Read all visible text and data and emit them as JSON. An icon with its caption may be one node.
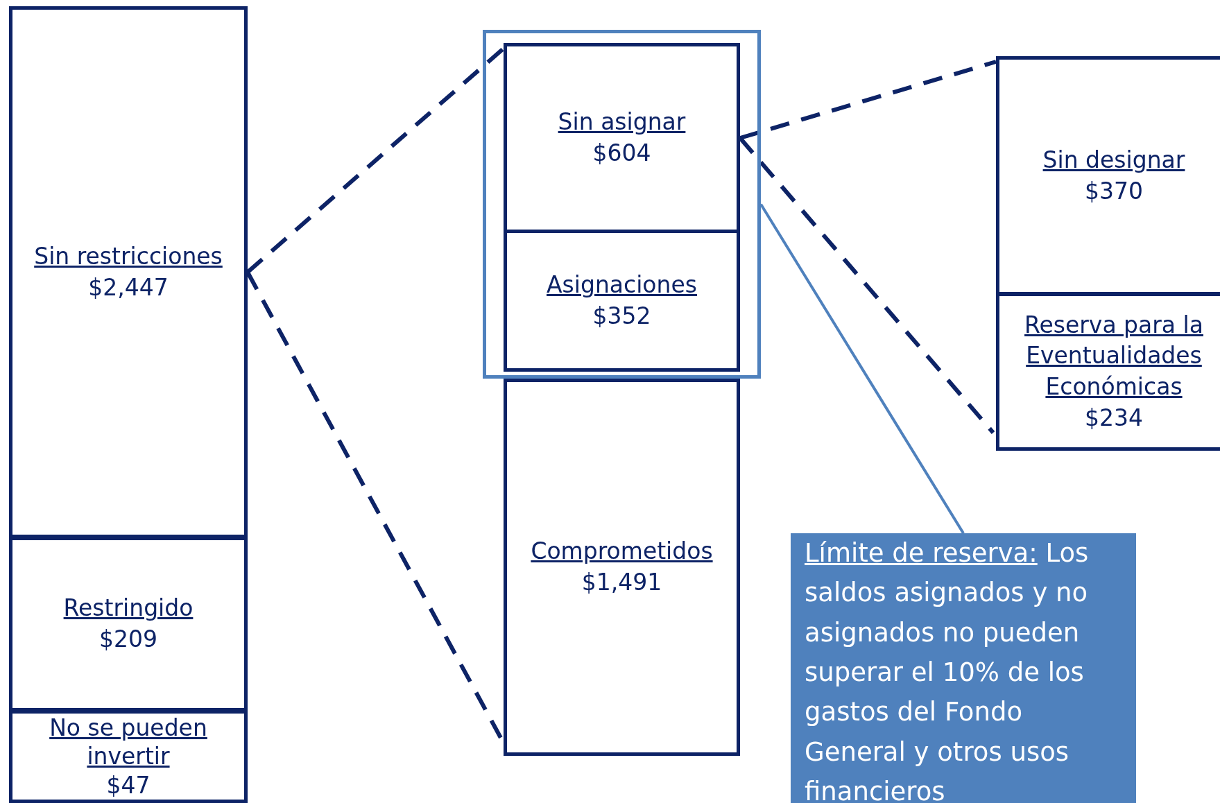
{
  "diagram": {
    "nodes": [
      {
        "text": [
          "Sin restricciones",
          "$2,447"
        ]
      },
      {
        "text": [
          "Restringido",
          "$209"
        ]
      },
      {
        "text": [
          "No se pueden invertir",
          "$47"
        ]
      },
      {
        "text": [],
        "shape": "box"
      },
      {
        "text": [
          "Sin asignar",
          "$604"
        ],
        "in": 3
      },
      {
        "text": [
          "Asignaciones",
          "$352"
        ],
        "in": 3
      },
      {
        "text": [
          "Comprometidos",
          "$1,491"
        ]
      },
      {
        "text": [
          "Sin designar",
          "$370"
        ]
      },
      {
        "text": [
          "Reserva para la Eventualidades Económicas",
          "$234"
        ]
      },
      {
        "text": [
          "Límite de reserva:",
          "Los saldos asignados y no asignados no pueden superar el 10% de los gastos del Fondo General y otros usos financieros"
        ]
      }
    ],
    "edges": [
      {
        "from": 0,
        "to": 4,
        "arrow": "none",
        "style": "dashed"
      },
      {
        "from": 0,
        "to": 6,
        "arrow": "none",
        "style": "dashed"
      },
      {
        "from": 4,
        "to": 7,
        "arrow": "none",
        "style": "dashed"
      },
      {
        "from": 4,
        "to": 8,
        "arrow": "none",
        "style": "dashed"
      },
      {
        "from": 3,
        "to": 9,
        "arrow": "none",
        "color": "#4f81bd"
      }
    ]
  }
}
